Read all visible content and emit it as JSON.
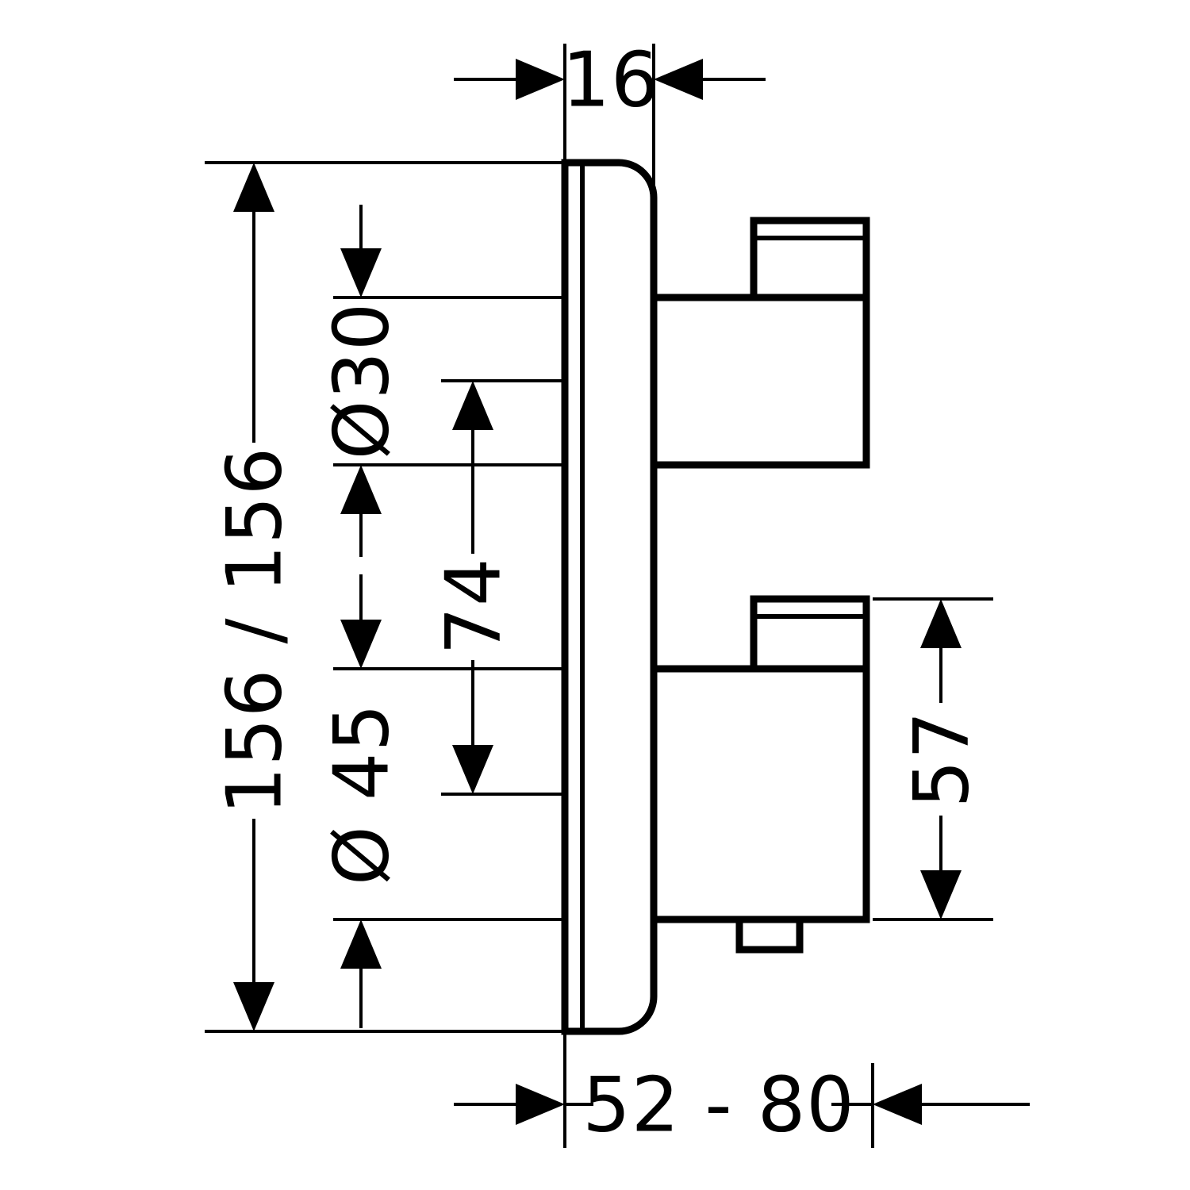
{
  "figure": {
    "type": "technical-dimension-drawing",
    "background": "#ffffff",
    "ink": "#000000",
    "dimensions": {
      "plate_thickness": "16",
      "plate_size": "156 / 156",
      "top_handle_diameter": "Ø30",
      "handle_center_distance": "74",
      "bottom_handle_diameter": "Ø 45",
      "bottom_handle_height": "57",
      "installation_depth_range": "52 - 80"
    }
  }
}
